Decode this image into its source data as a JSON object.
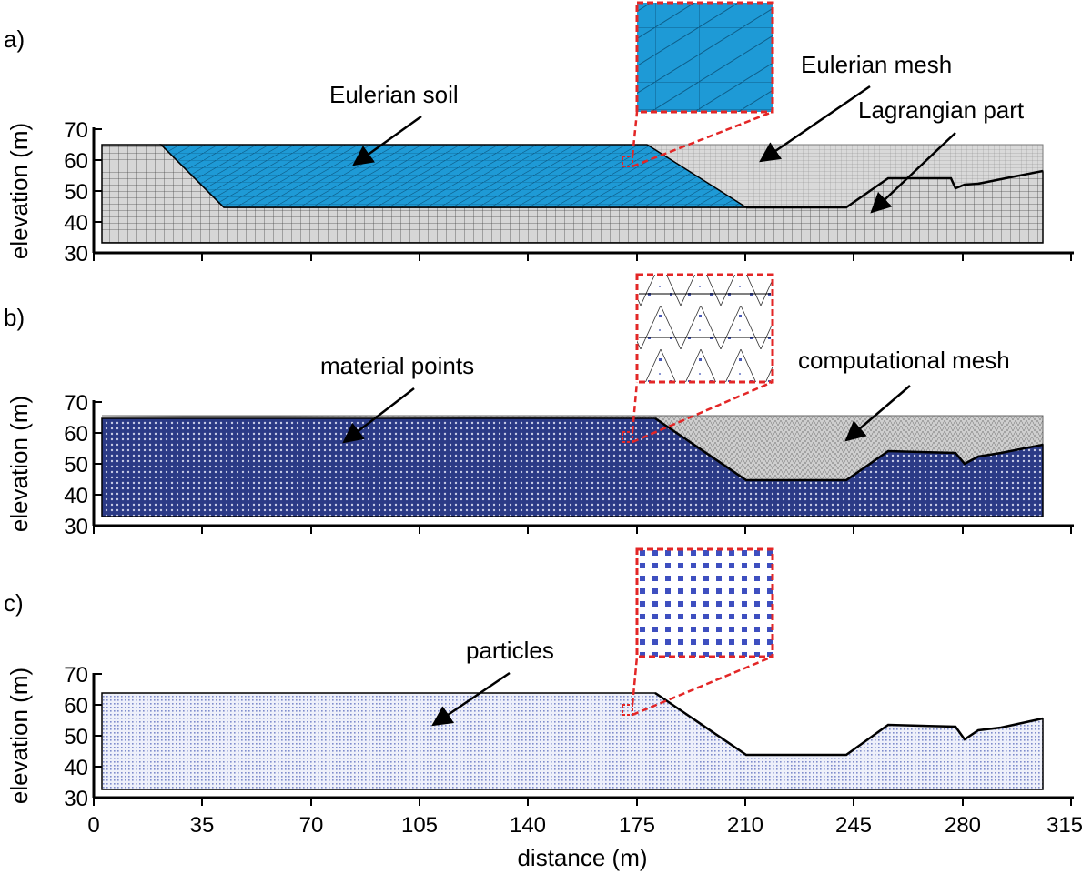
{
  "panels": [
    {
      "label": "a)",
      "annotations": [
        "Eulerian soil",
        "Eulerian mesh",
        "Lagrangian part"
      ],
      "ylabel": "elevation (m)",
      "yticks": [
        "30",
        "40",
        "50",
        "60",
        "70"
      ]
    },
    {
      "label": "b)",
      "annotations": [
        "material points",
        "computational mesh"
      ],
      "ylabel": "elevation (m)",
      "yticks": [
        "30",
        "40",
        "50",
        "60",
        "70"
      ]
    },
    {
      "label": "c)",
      "annotations": [
        "particles"
      ],
      "ylabel": "elevation (m)",
      "yticks": [
        "30",
        "40",
        "50",
        "60",
        "70"
      ]
    }
  ],
  "xaxis": {
    "label": "distance (m)",
    "ticks": [
      "0",
      "35",
      "70",
      "105",
      "140",
      "175",
      "210",
      "245",
      "280",
      "315"
    ]
  },
  "colors": {
    "eulerian_soil": "#1e9ad6",
    "mesh_grey": "#cfcfcf",
    "material_points": "#2b3a86",
    "particles": "#9aa6d8",
    "zoom_box": "#e32626",
    "outline": "#000000"
  }
}
